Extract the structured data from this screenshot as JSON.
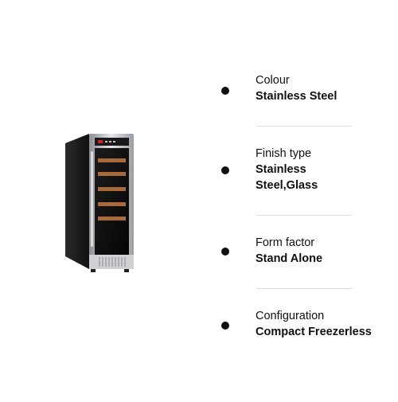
{
  "product": {
    "image_alt": "Stainless steel compact wine cooler with glass door"
  },
  "specs": [
    {
      "label": "Colour",
      "value": "Stainless Steel"
    },
    {
      "label": "Finish type",
      "value": "Stainless Steel,Glass"
    },
    {
      "label": "Form factor",
      "value": "Stand Alone"
    },
    {
      "label": "Configuration",
      "value": "Compact Freezerless"
    }
  ],
  "colors": {
    "text": "#0f1111",
    "divider": "#dddddd",
    "bullet": "#111111"
  }
}
